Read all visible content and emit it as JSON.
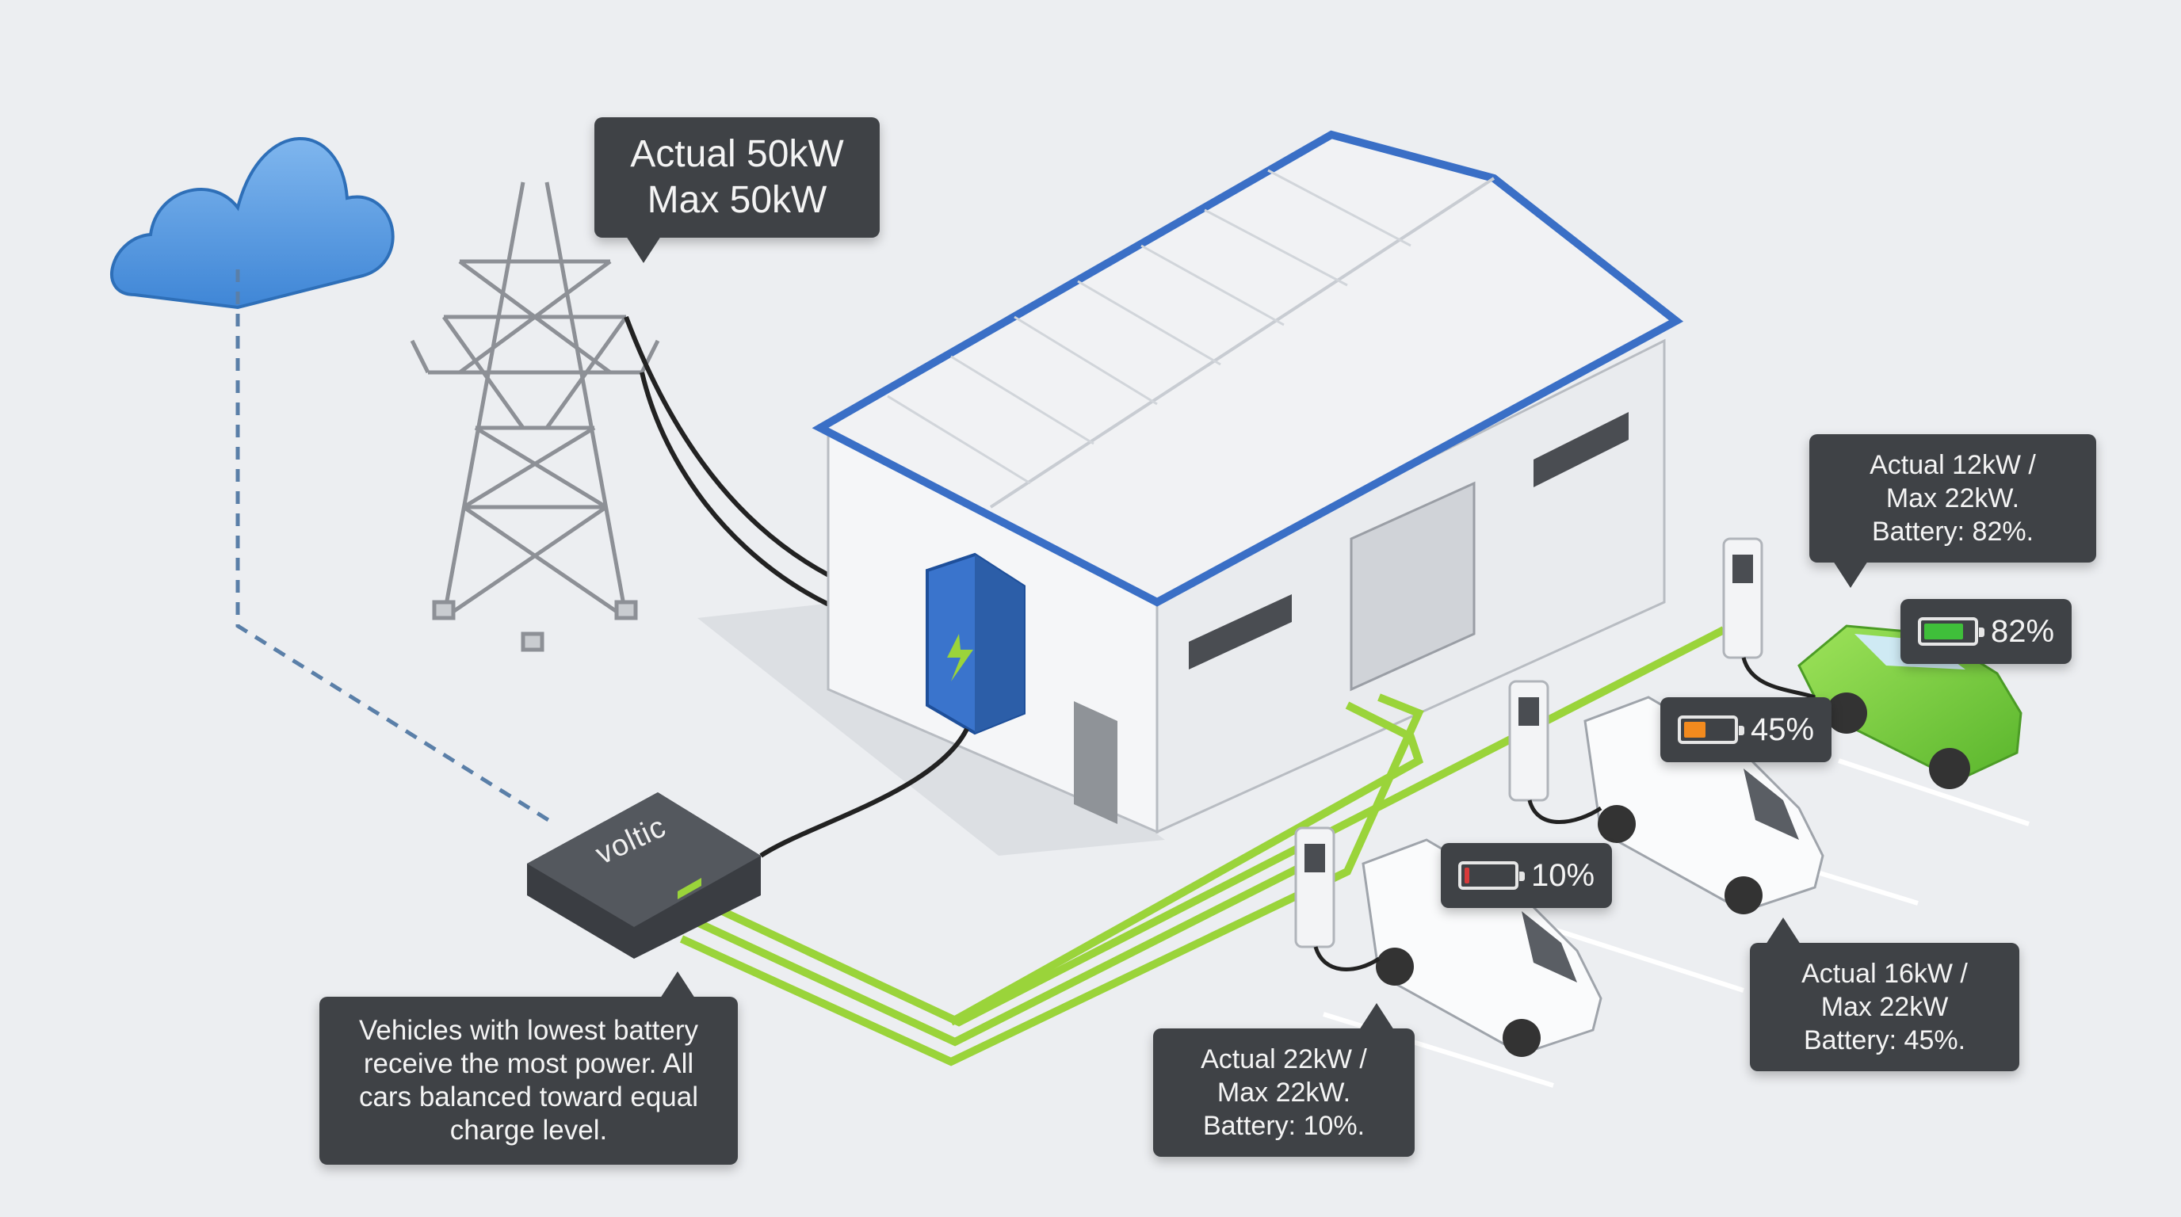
{
  "grid_callout": {
    "lines": [
      "Actual 50kW",
      "Max 50kW"
    ]
  },
  "hub": {
    "brand": "voltic"
  },
  "hub_callout": {
    "lines": [
      "Vehicles with lowest battery",
      "receive the most power. All",
      "cars balanced toward equal",
      "charge level."
    ]
  },
  "vehicles": [
    {
      "name": "green-car",
      "callout": [
        "Actual 12kW /",
        "Max 22kW.",
        "Battery: 82%."
      ],
      "battery": {
        "pct_label": "82%",
        "level": 0.82,
        "color": "#3fbf3a"
      }
    },
    {
      "name": "middle-van",
      "callout": [
        "Actual 16kW /",
        "Max 22kW",
        "Battery: 45%."
      ],
      "battery": {
        "pct_label": "45%",
        "level": 0.45,
        "color": "#f28a1e"
      }
    },
    {
      "name": "front-van",
      "callout": [
        "Actual 22kW /",
        "Max 22kW.",
        "Battery: 10%."
      ],
      "battery": {
        "pct_label": "10%",
        "level": 0.1,
        "color": "#d83a3a"
      }
    }
  ],
  "colors": {
    "accent_green": "#9ad43a",
    "cloud_blue": "#4a8fd8",
    "panel_blue": "#3a74cc",
    "callout_bg": "#3f4246"
  }
}
